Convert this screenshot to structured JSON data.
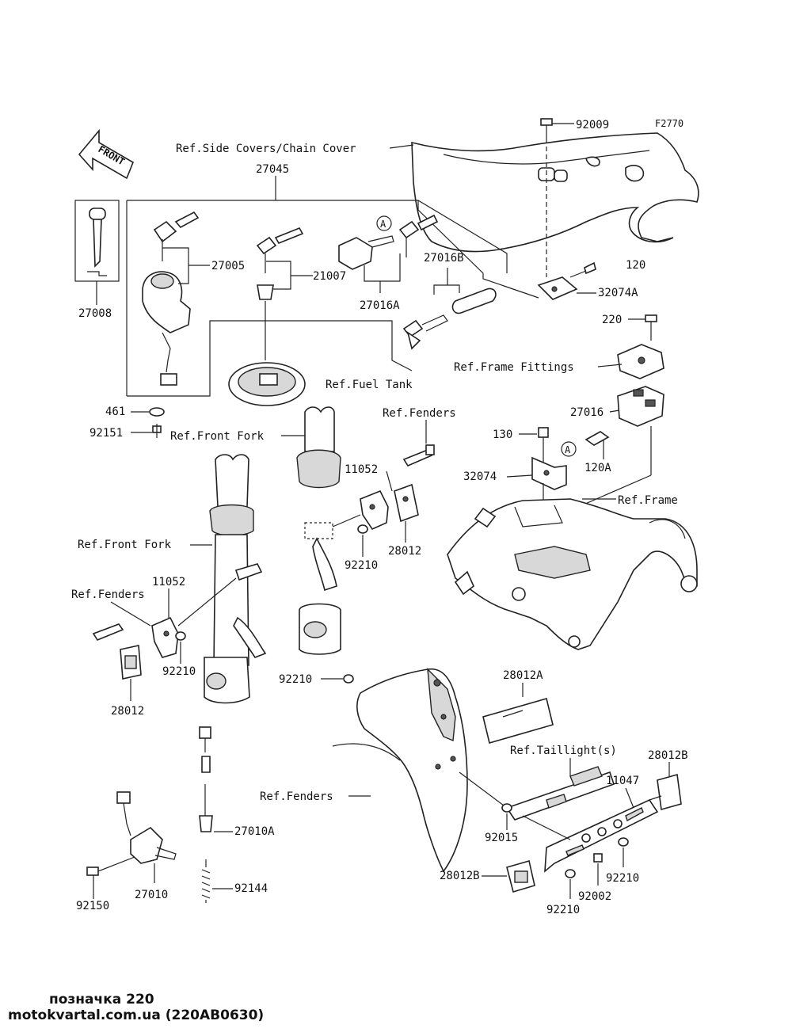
{
  "diagram": {
    "code": "F2770",
    "front_arrow": "FRONT",
    "labels": {
      "p92009": "92009",
      "ref_side_covers": "Ref.Side Covers/Chain Cover",
      "p27045": "27045",
      "p120": "120",
      "p27005": "27005",
      "p21007": "21007",
      "p27016B": "27016B",
      "p27016A": "27016A",
      "p32074A": "32074A",
      "p27008": "27008",
      "p220": "220",
      "ref_frame_fittings": "Ref.Frame Fittings",
      "ref_fuel_tank": "Ref.Fuel Tank",
      "p461": "461",
      "ref_fenders_1": "Ref.Fenders",
      "p27016": "27016",
      "p92151": "92151",
      "ref_front_fork_1": "Ref.Front Fork",
      "p130": "130",
      "p120A": "120A",
      "p11052_a": "11052",
      "p32074": "32074",
      "ref_frame": "Ref.Frame",
      "ref_front_fork_2": "Ref.Front Fork",
      "p28012_a": "28012",
      "p92210_a": "92210",
      "p11052_b": "11052",
      "ref_fenders_2": "Ref.Fenders",
      "p92210_b": "92210",
      "p28012_b": "28012",
      "p92210_c": "92210",
      "p28012A": "28012A",
      "ref_taillights": "Ref.Taillight(s)",
      "p28012B_a": "28012B",
      "p11047": "11047",
      "ref_fenders_3": "Ref.Fenders",
      "p27010A": "27010A",
      "p92015": "92015",
      "p92210_d": "92210",
      "p92002": "92002",
      "p28012B_b": "28012B",
      "p92210_e": "92210",
      "p92144": "92144",
      "p92150": "92150",
      "p27010": "27010",
      "callout_a": "A"
    }
  },
  "footer": {
    "caption": "позначка 220",
    "source": "motokvartal.com.ua (220AB0630)"
  }
}
